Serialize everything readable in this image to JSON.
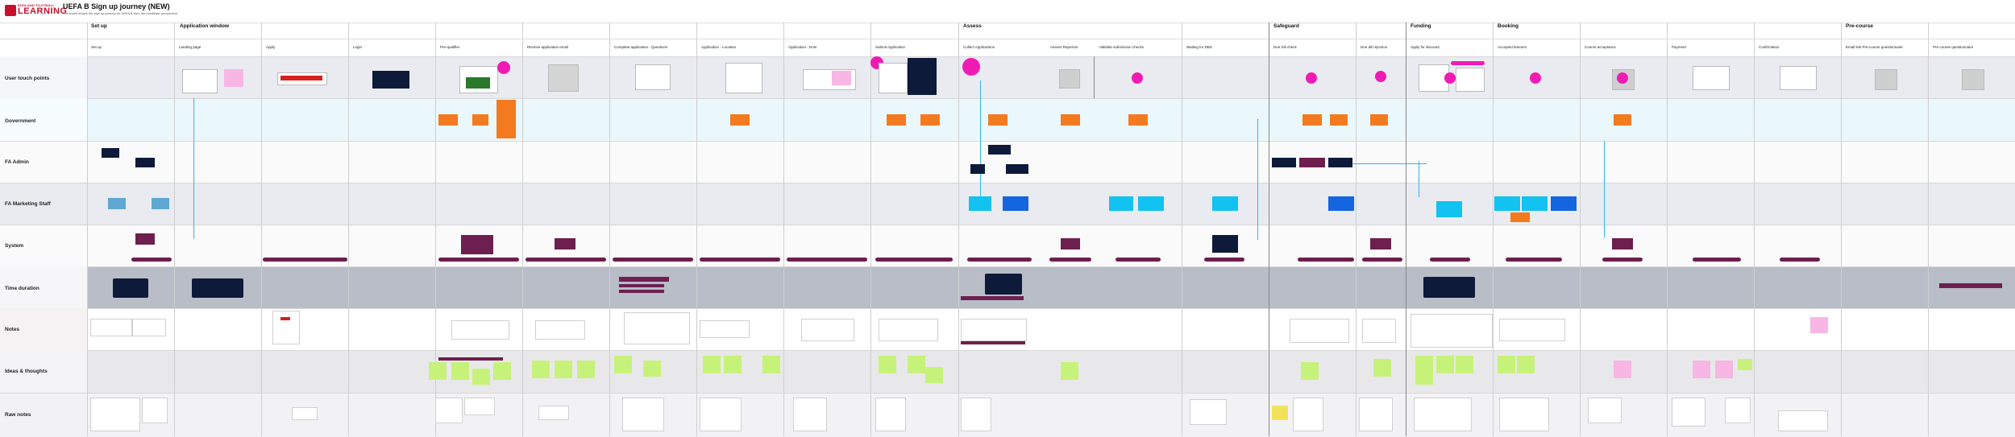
{
  "brand": {
    "small": "ENGLAND FOOTBALL",
    "big": "LEARNING"
  },
  "board": {
    "title": "UEFA B Sign up journey (NEW)",
    "subtitle": "The board shows the sign up journey for UEFA B from the candidate perspective"
  },
  "phases": [
    "Set up",
    "Application window",
    "Assess",
    "Safeguard",
    "Funding",
    "Booking",
    "Pre-course"
  ],
  "steps": [
    "Set up",
    "Landing page",
    "Apply",
    "Login",
    "Pre-qualifier",
    "Receive application email",
    "Complete application - Questions",
    "Application - Location",
    "Application - Dots",
    "Submit Application",
    "Collect Applications",
    "Assess Rejection",
    "Validate submission checks",
    "Waiting for DBS",
    "Due Dili check",
    "Due dili rejection",
    "Apply for discount",
    "Accepted learners",
    "Course acceptance",
    "Payment",
    "Confirmation",
    "Email link Pre-course questionnaire",
    "Pre-course questionnaire"
  ],
  "lanes": [
    "User touch points",
    "Government",
    "FA Admin",
    "FA Marketing Staff",
    "System",
    "Time duration",
    "Notes",
    "Ideas & thoughts",
    "Raw notes"
  ],
  "colors": {
    "accent": "#c8102e",
    "orange": "#f47a20",
    "navy": "#0e1a3a",
    "plum": "#6d1f4f",
    "cyan": "#12c2f0",
    "magenta": "#f01bb4",
    "sticky_green": "#c7f27a",
    "sticky_pink": "#f7b6e3"
  }
}
